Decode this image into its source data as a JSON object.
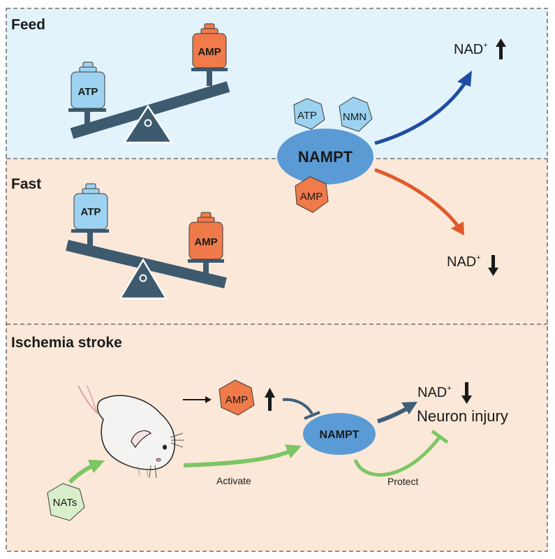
{
  "panels": {
    "feed": {
      "title": "Feed",
      "left_weight": "ATP",
      "right_weight": "AMP",
      "output": "NAD",
      "output_sup": "+"
    },
    "fast": {
      "title": "Fast",
      "left_weight": "ATP",
      "right_weight": "AMP",
      "output": "NAD",
      "output_sup": "+"
    },
    "stroke": {
      "title": "Ischemia stroke"
    }
  },
  "center": {
    "enzyme": "NAMPT",
    "hex_atp": "ATP",
    "hex_nmn": "NMN",
    "hex_amp": "AMP"
  },
  "stroke": {
    "amp": "AMP",
    "enzyme": "NAMPT",
    "nad": "NAD",
    "nad_sup": "+",
    "injury": "Neuron injury",
    "activate": "Activate",
    "protect": "Protect",
    "nats": "NATs"
  },
  "colors": {
    "feed_bg": "#e3f3fb",
    "fast_bg": "#fbe8d8",
    "stroke_bg": "#fbe8d8",
    "seesaw": "#3d5a6e",
    "atp_fill": "#9dd3f1",
    "amp_fill": "#f07a4a",
    "nampt": "#5b9bd5",
    "arrow_blue": "#1f4ea1",
    "arrow_orange": "#e05a2b",
    "arrow_green": "#7cc664",
    "arrow_slate": "#3e5f78"
  }
}
